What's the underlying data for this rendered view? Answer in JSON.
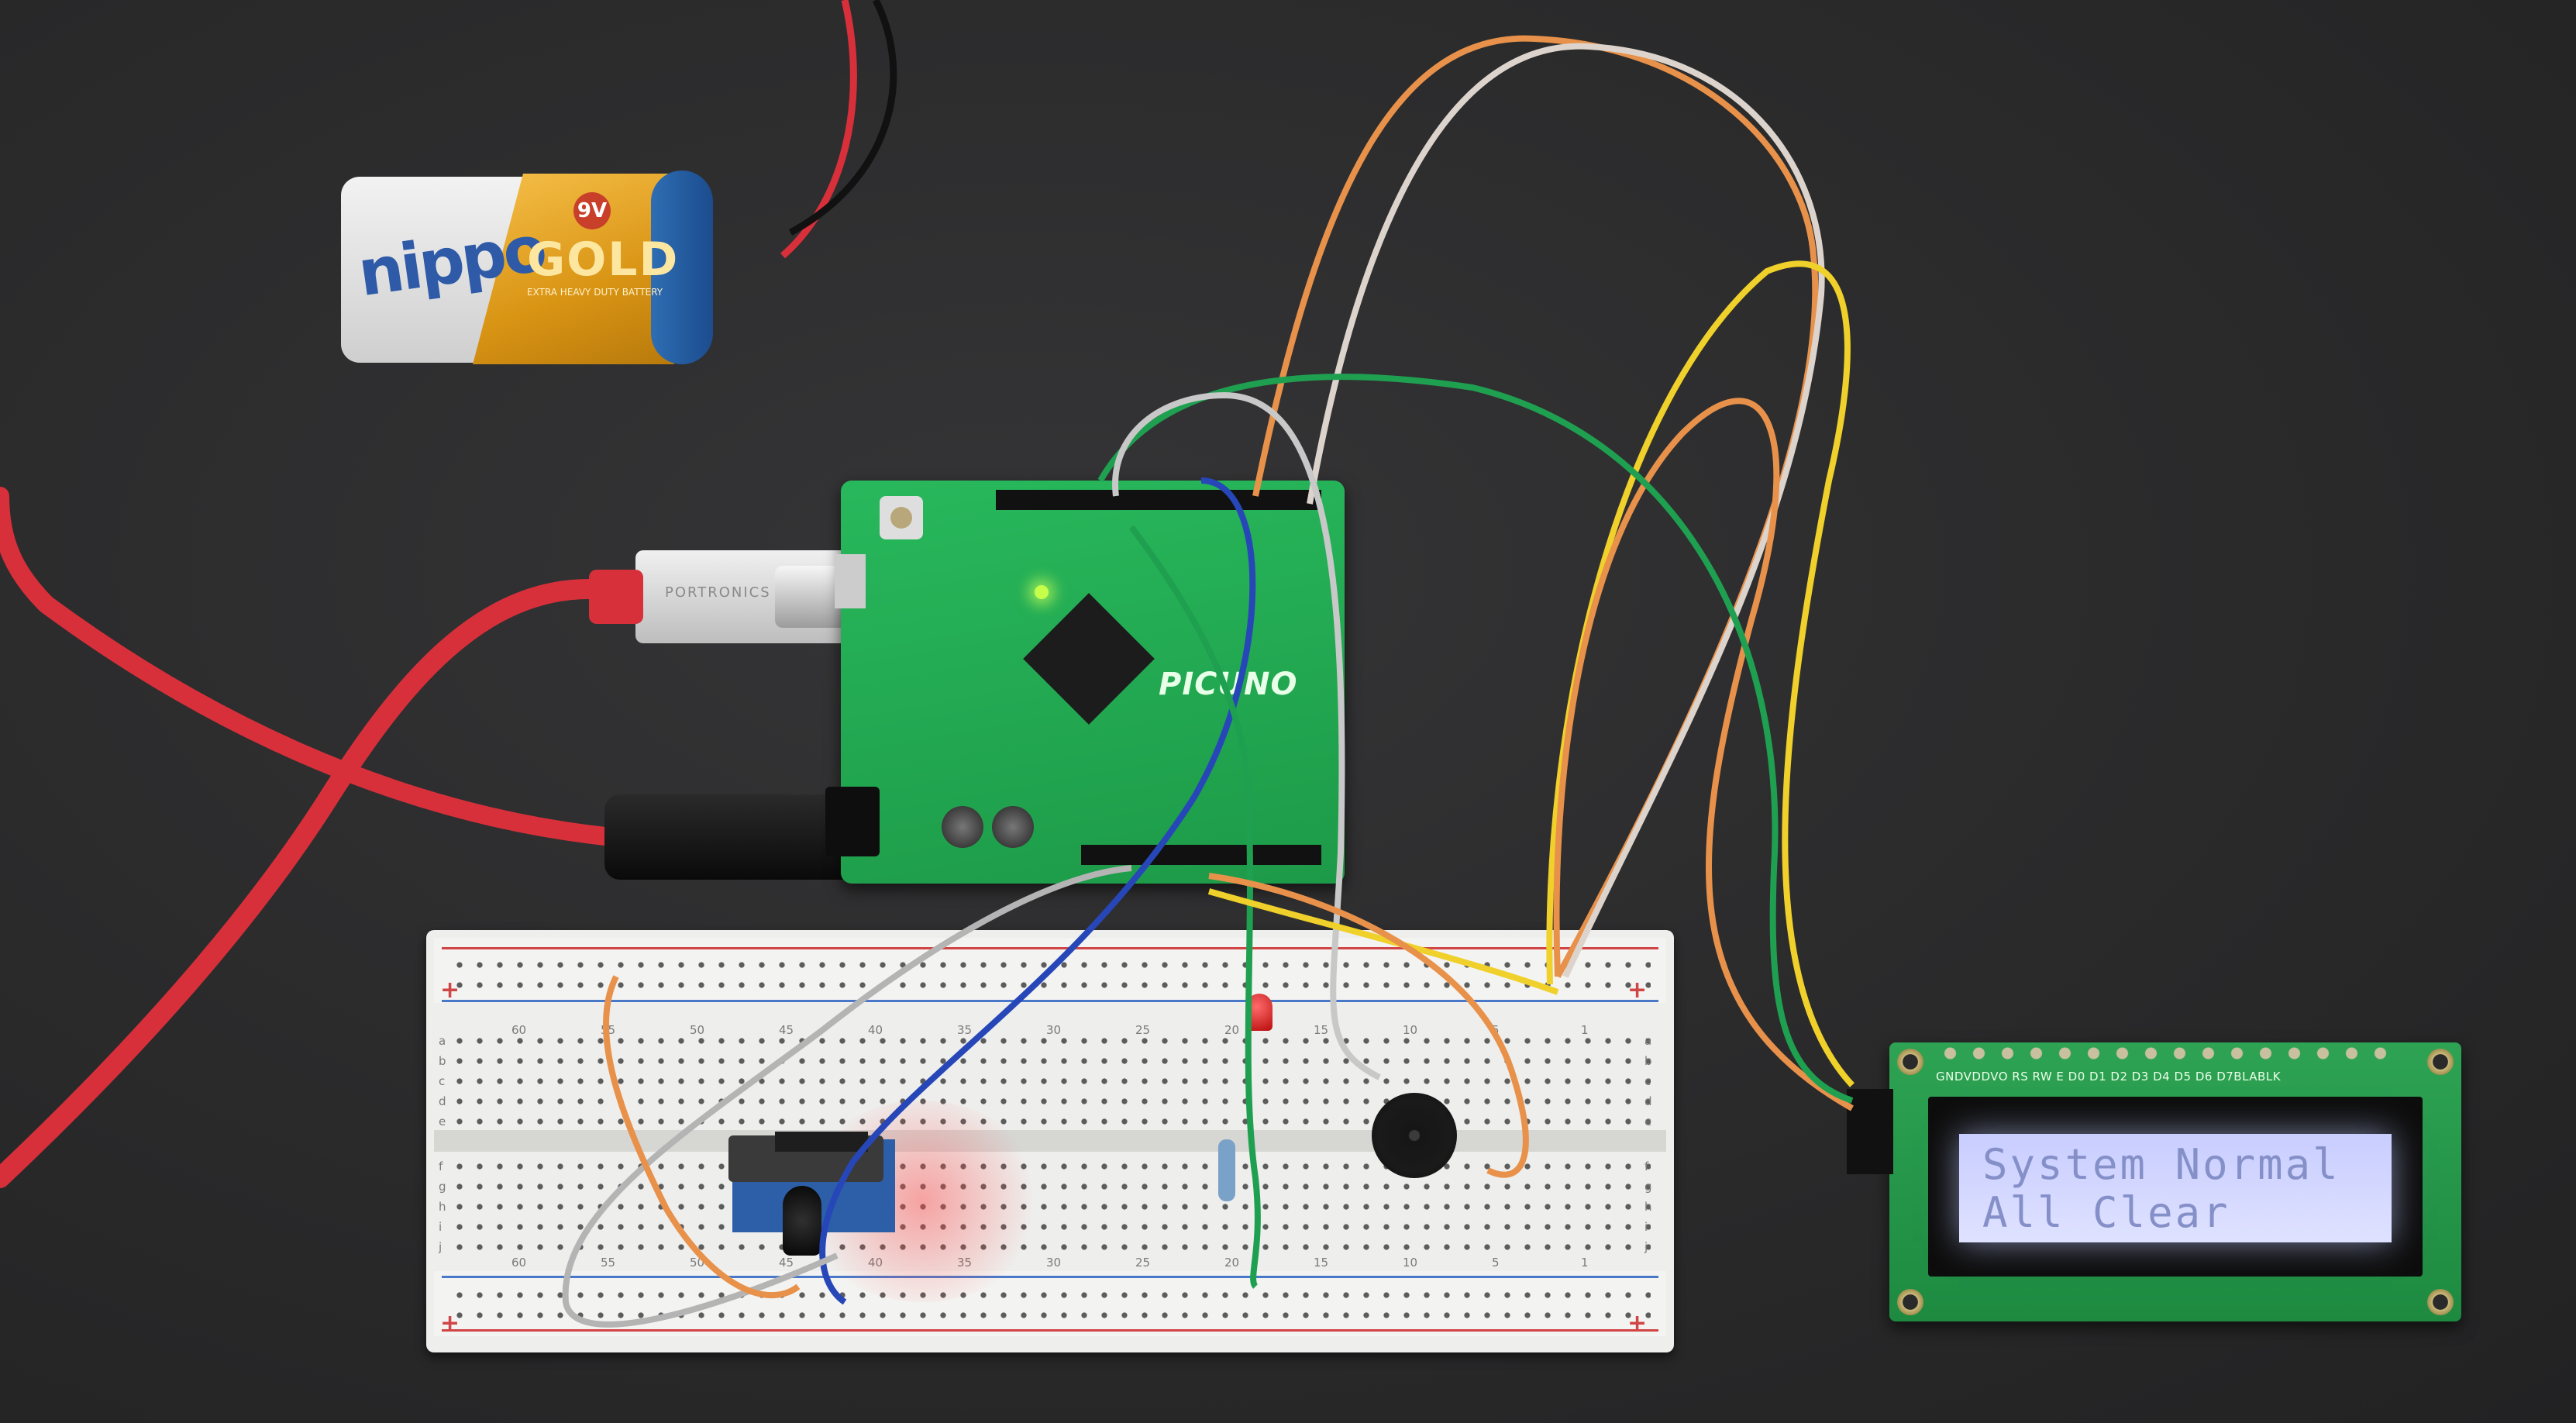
{
  "battery": {
    "brand": "nippo",
    "label": "GOLD",
    "voltage_badge": "9V",
    "tagline": "EXTRA HEAVY DUTY BATTERY"
  },
  "board": {
    "logo": "PICUNO"
  },
  "usb_plug": {
    "brand": "PORTRONICS"
  },
  "lcd": {
    "pin_labels": "GNDVDDVO RS RW  E  D0  D1  D2  D3  D4  D5  D6  D7BLABLK",
    "line1": "System Normal",
    "line2": "All Clear"
  },
  "breadboard": {
    "column_numbers": [
      "60",
      "55",
      "50",
      "45",
      "40",
      "35",
      "30",
      "25",
      "20",
      "15",
      "10",
      "5",
      "1"
    ],
    "row_letters_top": [
      "a",
      "b",
      "c",
      "d",
      "e"
    ],
    "row_letters_bottom": [
      "f",
      "g",
      "h",
      "i",
      "j"
    ],
    "rail_plus": "+"
  },
  "colors": {
    "background": "#2b2b2c",
    "board_green": "#23a952",
    "lcd_backlight": "#d4d8ff",
    "lcd_text": "#8590c8",
    "wire_red": "#d8303a",
    "wire_orange": "#e8914a",
    "wire_green": "#1fa050",
    "wire_yellow": "#f0d02a",
    "wire_blue": "#2747b8",
    "wire_gray": "#c8c8c8"
  }
}
